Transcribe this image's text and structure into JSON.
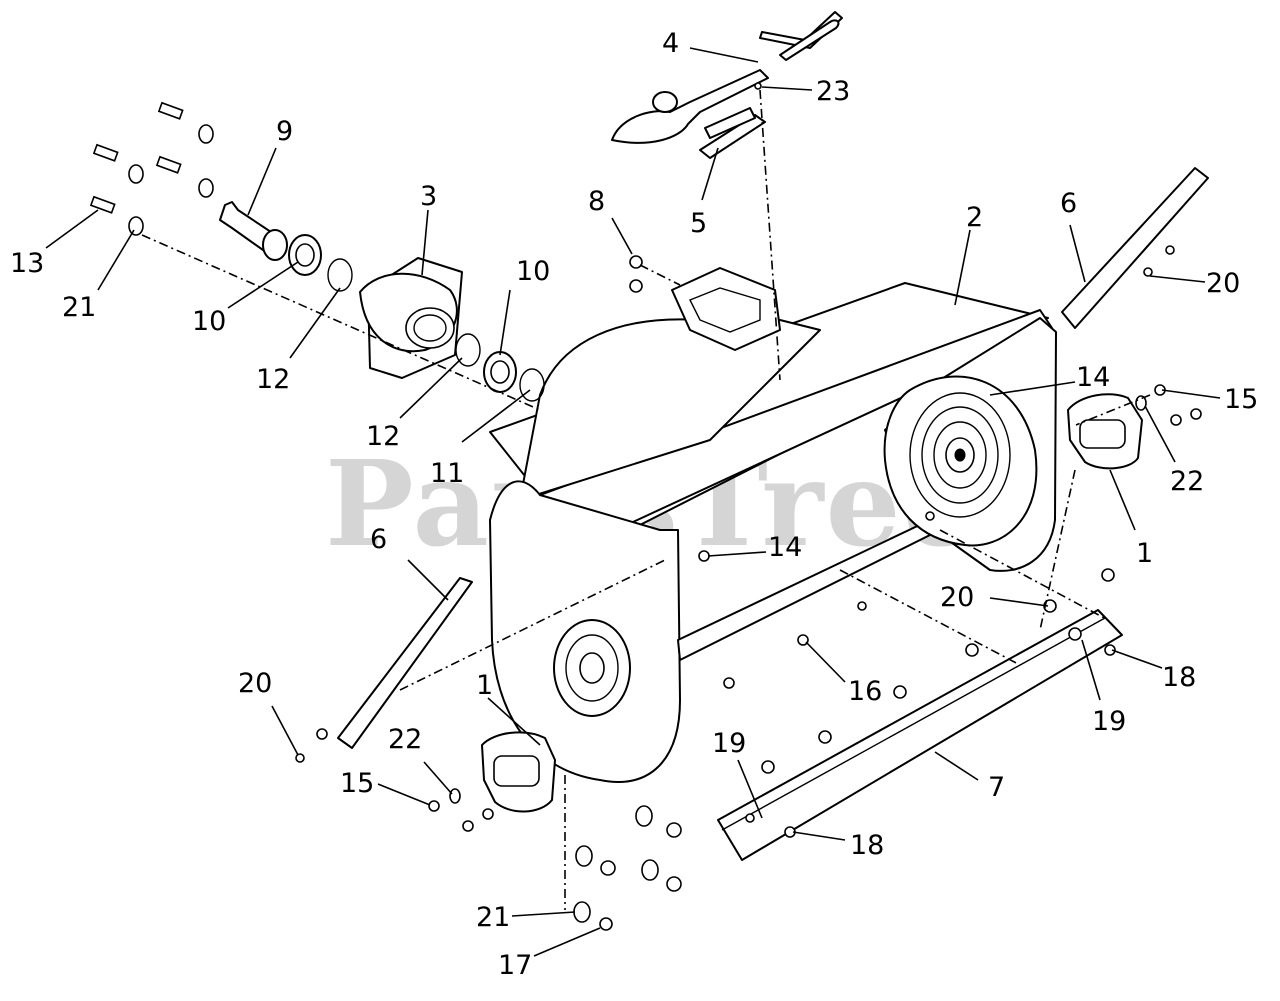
{
  "watermark": "PartsTree",
  "callouts": [
    {
      "id": "c4",
      "text": "4"
    },
    {
      "id": "c23",
      "text": "23"
    },
    {
      "id": "c9",
      "text": "9"
    },
    {
      "id": "c3",
      "text": "3"
    },
    {
      "id": "c8",
      "text": "8"
    },
    {
      "id": "c5",
      "text": "5"
    },
    {
      "id": "c2",
      "text": "2"
    },
    {
      "id": "c6a",
      "text": "6"
    },
    {
      "id": "c20a",
      "text": "20"
    },
    {
      "id": "c13",
      "text": "13"
    },
    {
      "id": "c21a",
      "text": "21"
    },
    {
      "id": "c10a",
      "text": "10"
    },
    {
      "id": "c10b",
      "text": "10"
    },
    {
      "id": "c12a",
      "text": "12"
    },
    {
      "id": "c12b",
      "text": "12"
    },
    {
      "id": "c11",
      "text": "11"
    },
    {
      "id": "c14a",
      "text": "14"
    },
    {
      "id": "c15a",
      "text": "15"
    },
    {
      "id": "c22a",
      "text": "22"
    },
    {
      "id": "c1a",
      "text": "1"
    },
    {
      "id": "c6b",
      "text": "6"
    },
    {
      "id": "c14b",
      "text": "14"
    },
    {
      "id": "c20b",
      "text": "20"
    },
    {
      "id": "c18a",
      "text": "18"
    },
    {
      "id": "c16",
      "text": "16"
    },
    {
      "id": "c19a",
      "text": "19"
    },
    {
      "id": "c20c",
      "text": "20"
    },
    {
      "id": "c1b",
      "text": "1"
    },
    {
      "id": "c22b",
      "text": "22"
    },
    {
      "id": "c15b",
      "text": "15"
    },
    {
      "id": "c19b",
      "text": "19"
    },
    {
      "id": "c7",
      "text": "7"
    },
    {
      "id": "c18b",
      "text": "18"
    },
    {
      "id": "c21b",
      "text": "21"
    },
    {
      "id": "c17",
      "text": "17"
    }
  ]
}
